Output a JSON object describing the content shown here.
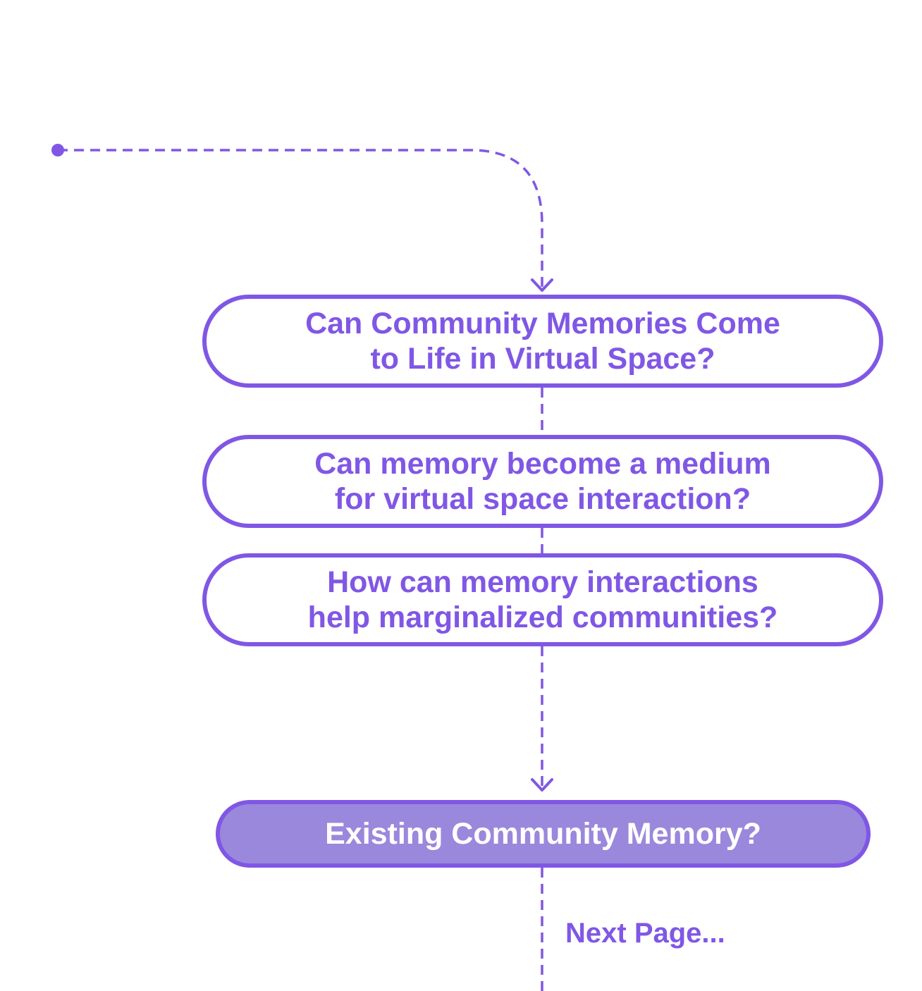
{
  "colors": {
    "accent": "#8057e5",
    "highlight_fill": "#9a88dc",
    "background": "#ffffff"
  },
  "nodes": [
    {
      "text": "Can Community Memories Come\nto Life in Virtual Space?"
    },
    {
      "text": "Can memory become a medium\nfor virtual space interaction?"
    },
    {
      "text": "How can memory interactions\nhelp marginalized communities?"
    },
    {
      "text": "Existing Community Memory?"
    }
  ],
  "next_page": "Next Page..."
}
